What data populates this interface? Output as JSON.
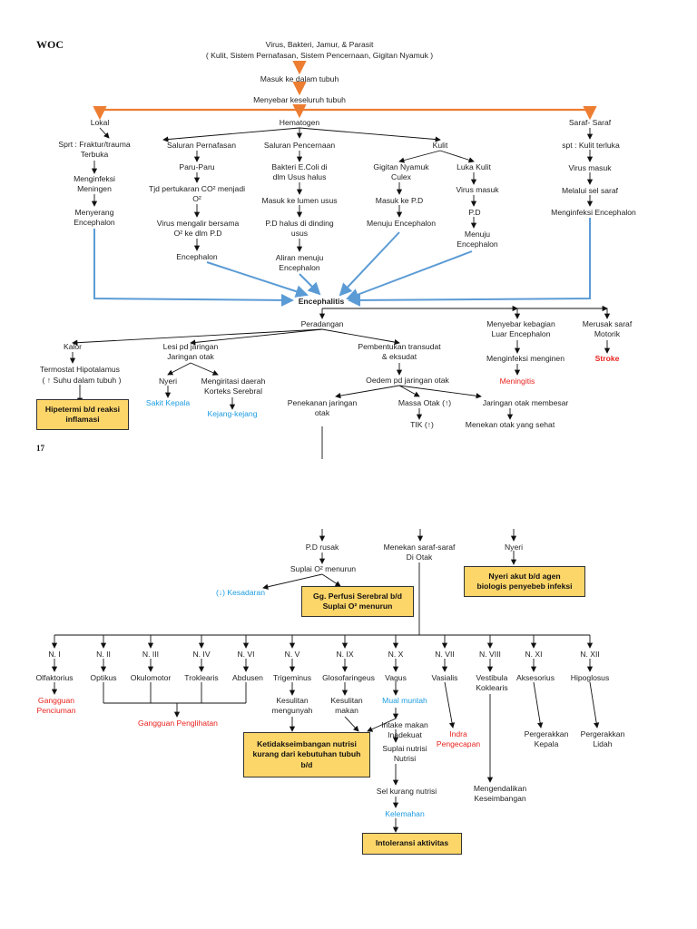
{
  "title": "WOC",
  "page_number": "17",
  "colors": {
    "orange": "#ed7d31",
    "blue": "#5b9bd5",
    "red": "#e8231e",
    "cyan": "#1a9be0",
    "box": "#fdd66a"
  },
  "top": {
    "cause": "Virus, Bakteri, Jamur, & Parasit",
    "routes": "( Kulit, Sistem Pernafasan, Sistem Pencernaan, Gigitan Nyamuk )",
    "enter": "Masuk ke dalam tubuh",
    "spread": "Menyebar keseluruh tubuh"
  },
  "lokal": {
    "label": "Lokal",
    "n1": "Sprt : Fraktur/trauma\nTerbuka",
    "n2": "Menginfeksi\nMeningen",
    "n3": "Menyerang\nEncephalon"
  },
  "hematogen": {
    "label": "Hematogen",
    "pernafasan": {
      "label": "Saluran Pernafasan",
      "n1": "Paru-Paru",
      "n2": "Tjd pertukaran CO² menjadi O²",
      "n3": "Virus mengalir bersama\nO² ke dlm P.D",
      "n4": "Encephalon"
    },
    "pencernaan": {
      "label": "Saluran Pencernaan",
      "n1": "Bakteri E.Coli di\ndlm Usus halus",
      "n2": "Masuk ke lumen usus",
      "n3": "P.D halus di dinding\nusus",
      "n4": "Aliran menuju\nEncephalon"
    },
    "kulit": {
      "label": "Kulit",
      "gigitan": {
        "n1": "Gigitan Nyamuk\nCulex",
        "n2": "Masuk ke P.D",
        "n3": "Menuju Encephalon"
      },
      "luka": {
        "n1": "Luka Kulit",
        "n2": "Virus masuk",
        "n3": "P.D",
        "n4": "Menuju\nEncephalon"
      }
    }
  },
  "saraf": {
    "label": "Saraf- Saraf",
    "n1": "spt : Kulit terluka",
    "n2": "Virus masuk",
    "n3": "Melalui sel saraf",
    "n4": "Menginfeksi Encephalon"
  },
  "encephalitis": "Encephalitis",
  "peradangan": {
    "label": "Peradangan",
    "kalor": "Kalor",
    "termostat": "Termostat Hipotalamus",
    "suhu": "( ↑ Suhu dalam tubuh )",
    "lesi": "Lesi pd jaringan\nJaringan otak",
    "nyeri": "Nyeri",
    "sakit_kepala": "Sakit Kepala",
    "iritasi": "Mengiritasi daerah\nKorteks Serebral",
    "kejang": "Kejang-kejang",
    "transudat": "Pembentukan transudat\n& eksudat",
    "oedem": "Oedem pd jaringan otak",
    "penekanan": "Penekanan jaringan\notak",
    "massa": "Massa Otak (↑)",
    "tik": "TIK (↑)",
    "jaringan_membesar": "Jaringan otak membesar",
    "menekan_sehat": "Menekan otak yang sehat"
  },
  "menyebar": {
    "n1": "Menyebar kebagian\nLuar Encephalon",
    "n2": "Menginfeksi menginen",
    "n3": "Meningitis"
  },
  "merusak": {
    "n1": "Merusak saraf\nMotorik",
    "n2": "Stroke"
  },
  "lower": {
    "pd_rusak": "P.D rusak",
    "suplai": "Suplai O² menurun",
    "kesadaran": "(↓) Kesadaran",
    "menekan_saraf": "Menekan saraf-saraf\nDi Otak",
    "nyeri": "Nyeri"
  },
  "diagnoses": {
    "hipertermi": "Hipetermi b/d reaksi\ninflamasi",
    "perfusi": "Gg. Perfusi Serebral b/d\nSuplai O² menurun",
    "nyeri_akut": "Nyeri akut b/d  agen\nbiologis penyebeb infeksi",
    "nutrisi": "Ketidakseimbangan nutrisi\nkurang dari kebutuhan tubuh\nb/d",
    "intoleransi": "Intoleransi aktivitas"
  },
  "nerves": [
    {
      "code": "N. I",
      "name": "Olfaktorius"
    },
    {
      "code": "N. II",
      "name": "Optikus"
    },
    {
      "code": "N. III",
      "name": "Okulomotor"
    },
    {
      "code": "N. IV",
      "name": "Troklearis"
    },
    {
      "code": "N. VI",
      "name": "Abdusen"
    },
    {
      "code": "N. V",
      "name": "Trigeminus"
    },
    {
      "code": "N. IX",
      "name": "Glosofaringeus"
    },
    {
      "code": "N. X",
      "name": "Vagus"
    },
    {
      "code": "N. VII",
      "name": "Vasialis"
    },
    {
      "code": "N. VIII",
      "name": "Vestibula\nKoklearis"
    },
    {
      "code": "N. XI",
      "name": "Aksesorius"
    },
    {
      "code": "N. XII",
      "name": "Hipoglosus"
    }
  ],
  "nerve_effects": {
    "penciuman": "Gangguan\nPenciuman",
    "penglihatan": "Gangguan Penglihatan",
    "mengunyah": "Kesulitan\nmengunyah",
    "makan": "Kesulitan\nmakan",
    "mual": "Mual muntah",
    "intake": "Intake makan\nInadekuat",
    "suplai_nutrisi": "Suplai nutrisi\nNutrisi",
    "sel_kurang": "Sel kurang nutrisi",
    "kelemahan": "Kelemahan",
    "pengecapan": "Indra\nPengecapan",
    "keseimbangan": "Mengendalikan\nKeseimbangan",
    "kepala": "Pergerakkan\nKepala",
    "lidah": "Pergerakkan\nLidah"
  }
}
